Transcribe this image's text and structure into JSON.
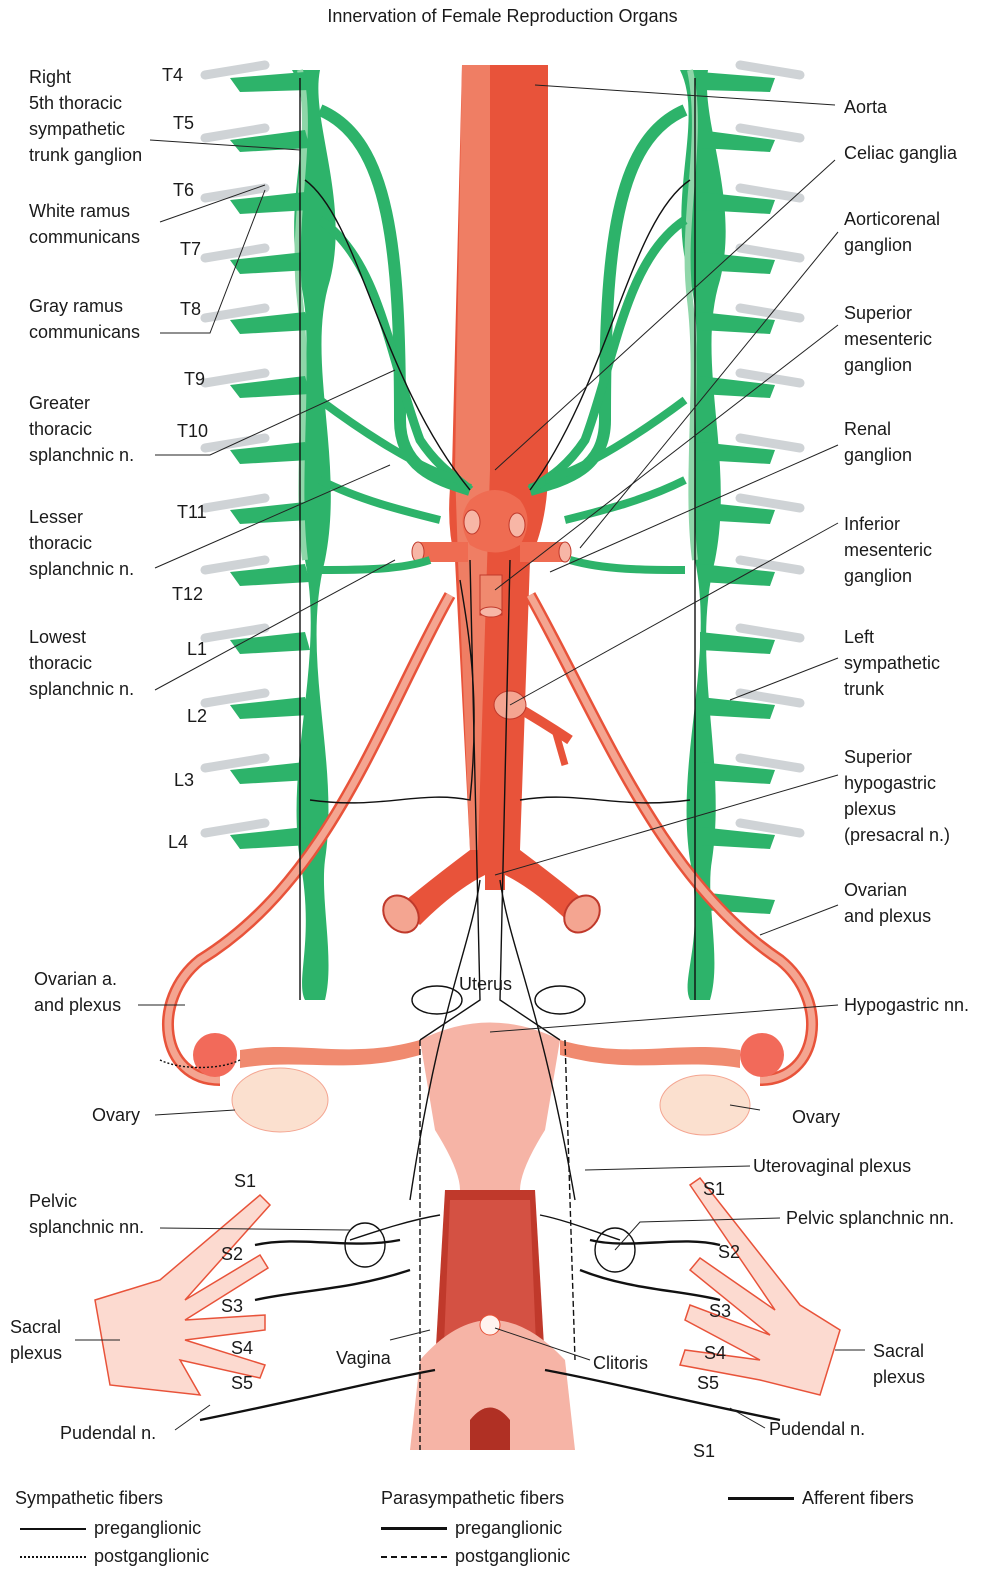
{
  "title": "Innervation of Female Reproduction Organs",
  "colors": {
    "sympathetic_trunk": "#2db36a",
    "sympathetic_trunk_light": "#8fd6a9",
    "aorta": "#e8533a",
    "aorta_light": "#f08a6f",
    "vessel_pink": "#f4a591",
    "ovary": "#fbe0cf",
    "sacral": "#fcdad0",
    "uterus": "#f6b4a6",
    "nerve": "#111111",
    "rib": "#cfd3d6"
  },
  "segments_right": [
    "T4",
    "T5",
    "T6",
    "T7",
    "T8",
    "T9",
    "T10",
    "T11",
    "T12",
    "L1",
    "L2",
    "L3",
    "L4"
  ],
  "sacral_left": [
    "S1",
    "S2",
    "S3",
    "S4",
    "S5"
  ],
  "sacral_right": [
    "S1",
    "S2",
    "S3",
    "S4",
    "S5",
    "S1"
  ],
  "labels_left": {
    "right_trunk_ganglion": "Right\n5th thoracic\nsympathetic\ntrunk ganglion",
    "white_ramus": "White ramus\ncommunicans",
    "gray_ramus": "Gray ramus\ncommunicans",
    "greater_splanchnic": "Greater\nthoracic\nsplanchnic n.",
    "lesser_splanchnic": "Lesser\nthoracic\nsplanchnic n.",
    "lowest_splanchnic": "Lowest\nthoracic\nsplanchnic n.",
    "ovarian_a": "Ovarian a.\nand plexus",
    "ovary": "Ovary",
    "pelvic_splanchnic": "Pelvic\nsplanchnic nn.",
    "sacral_plexus": "Sacral\nplexus",
    "pudendal": "Pudendal n."
  },
  "labels_right": {
    "aorta": "Aorta",
    "celiac": "Celiac ganglia",
    "aorticorenal": "Aorticorenal\nganglion",
    "superior_mesenteric": "Superior\nmesenteric\nganglion",
    "renal": "Renal\nganglion",
    "inferior_mesenteric": "Inferior\nmesenteric\nganglion",
    "left_trunk": "Left\nsympathetic\ntrunk",
    "superior_hypogastric": "Superior\nhypogastric\nplexus\n(presacral n.)",
    "ovarian_plexus": "Ovarian\nand plexus",
    "hypogastric": "Hypogastric nn.",
    "ovary": "Ovary",
    "uterovaginal": "Uterovaginal plexus",
    "pelvic_splanchnic": "Pelvic splanchnic nn.",
    "sacral_plexus": "Sacral\nplexus",
    "pudendal": "Pudendal n."
  },
  "labels_center": {
    "uterus": "Uterus",
    "vagina": "Vagina",
    "clitoris": "Clitoris"
  },
  "legend": {
    "sympathetic": "Sympathetic fibers",
    "parasympathetic": "Parasympathetic fibers",
    "afferent": "Afferent fibers",
    "pre": "preganglionic",
    "post": "postganglionic"
  }
}
